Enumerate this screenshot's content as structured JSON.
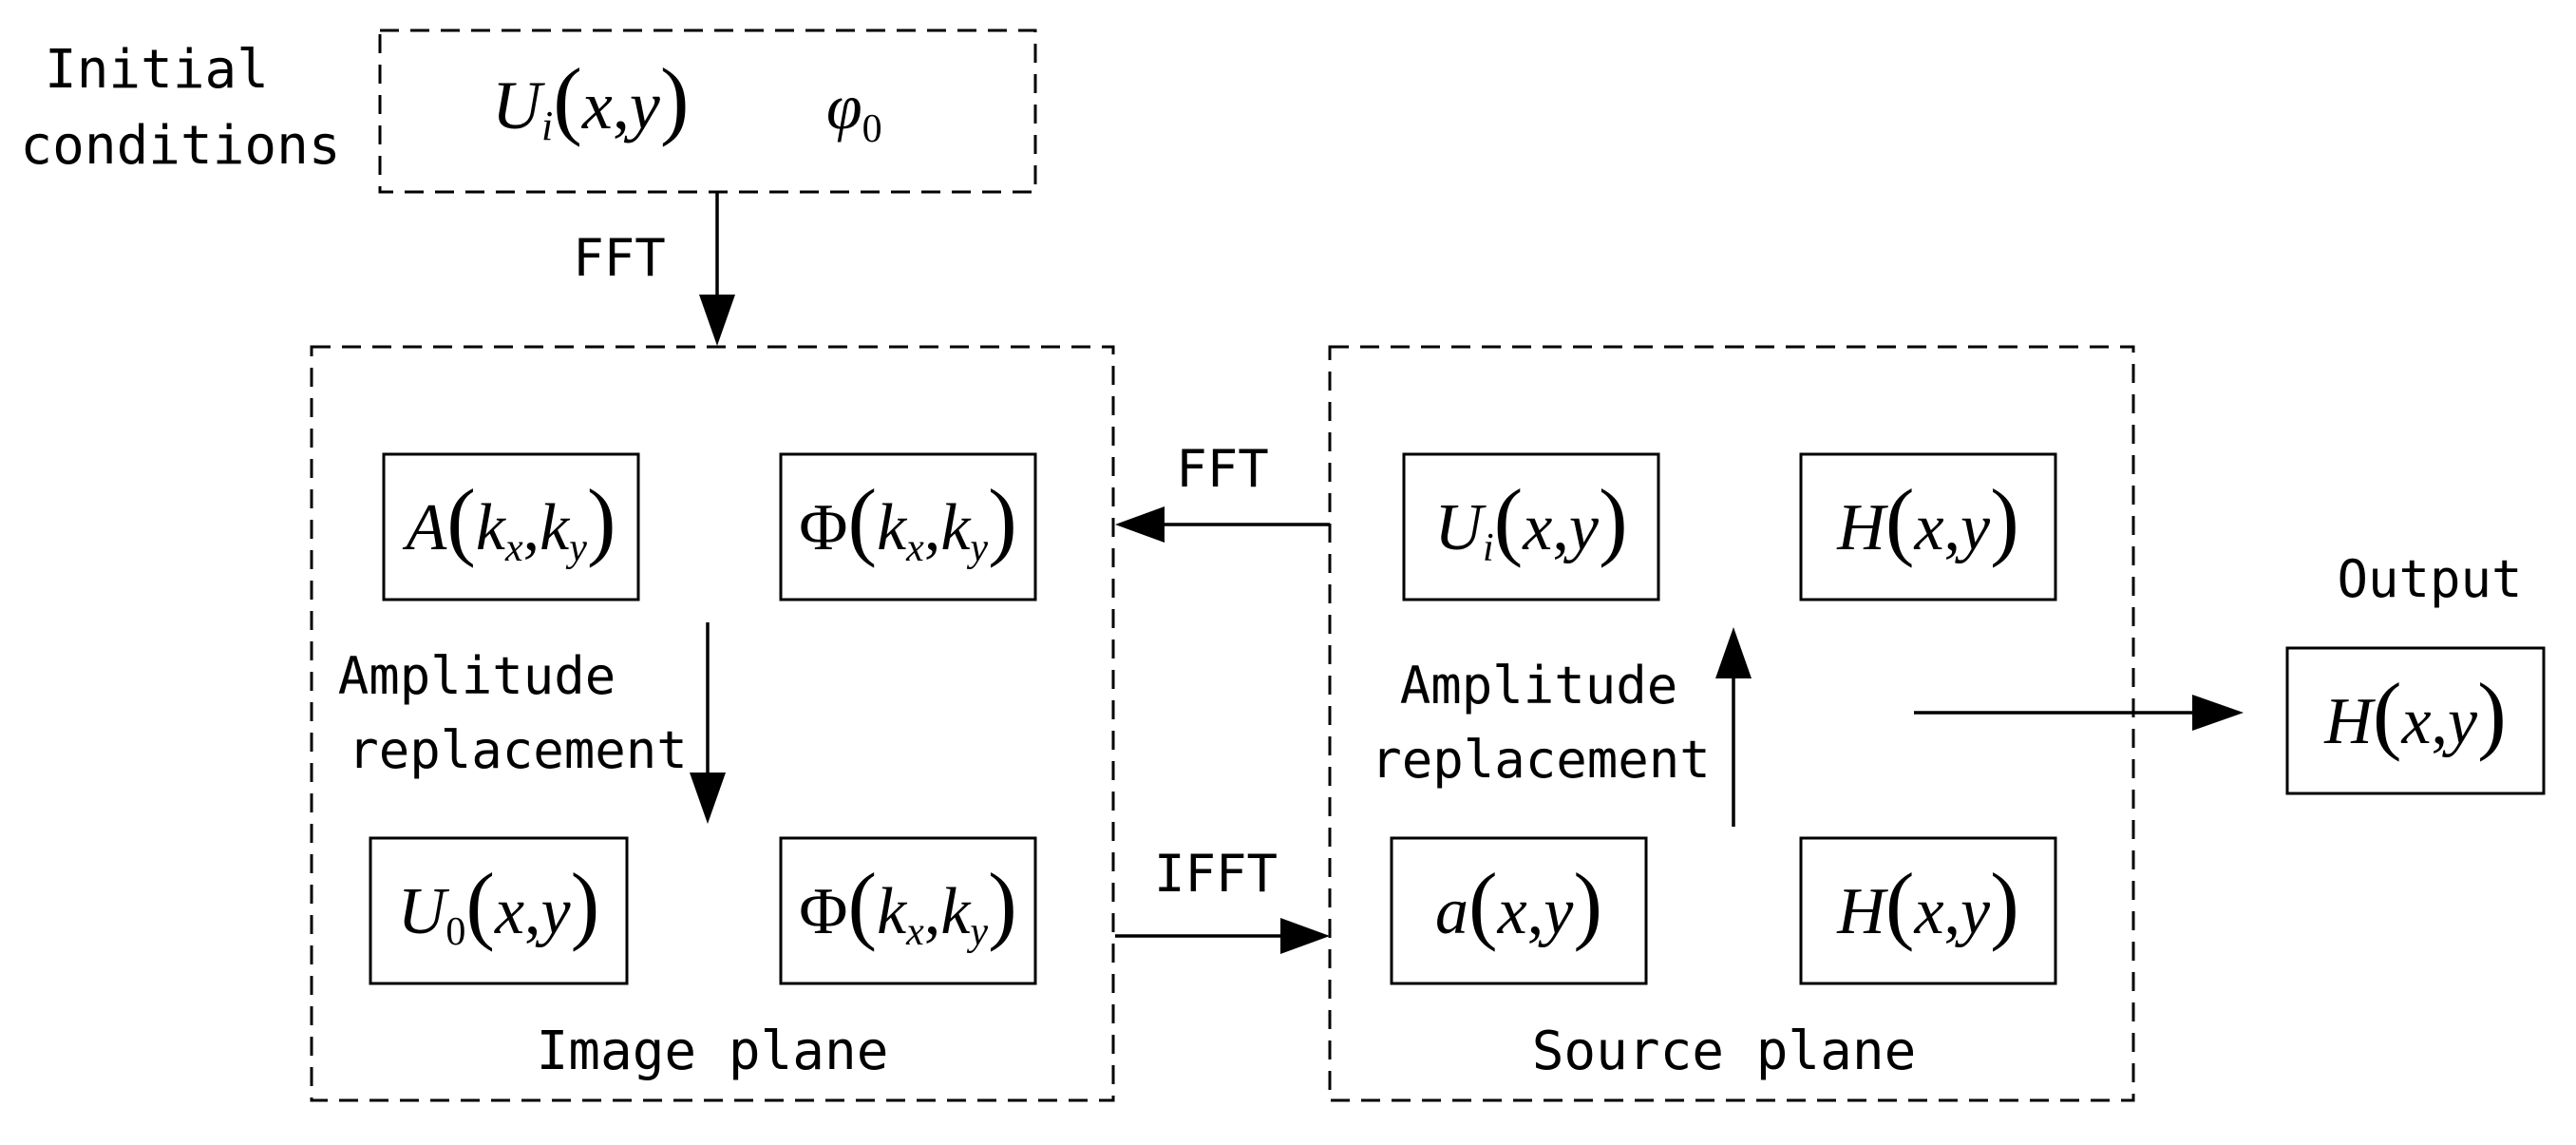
{
  "initial_conditions": {
    "label_line1": "Initial",
    "label_line2": "conditions",
    "field": "U_i(x,y)",
    "phase": "φ_0"
  },
  "arrows": {
    "fft_top": "FFT",
    "fft_middle": "FFT",
    "ifft_middle": "IFFT"
  },
  "image_plane": {
    "title": "Image plane",
    "amplitude_line1": "Amplitude",
    "amplitude_line2": "replacement",
    "cells": {
      "top_left": "A(k_x,k_y)",
      "top_right": "Φ(k_x,k_y)",
      "bottom_left": "U_0(x,y)",
      "bottom_right": "Φ(k_x,k_y)"
    }
  },
  "source_plane": {
    "title": "Source plane",
    "amplitude_line1": "Amplitude",
    "amplitude_line2": "replacement",
    "cells": {
      "top_left": "U_i(x,y)",
      "top_right": "H(x,y)",
      "bottom_left": "a(x,y)",
      "bottom_right": "H(x,y)"
    }
  },
  "output": {
    "label": "Output",
    "field": "H(x,y)"
  }
}
